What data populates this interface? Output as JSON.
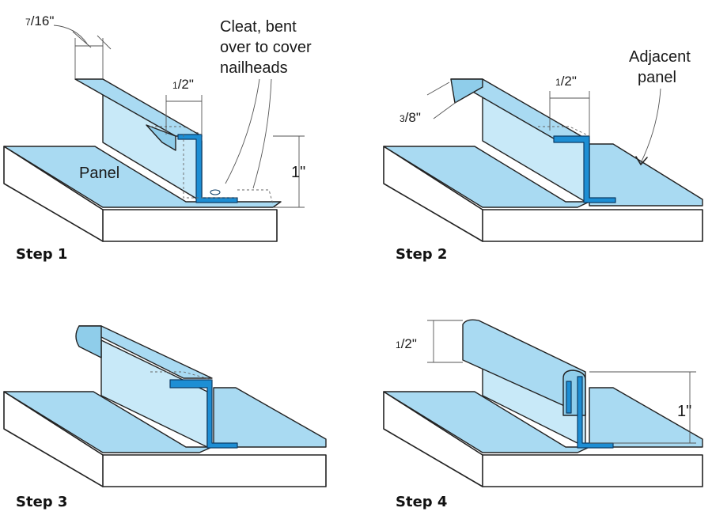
{
  "figure": {
    "steps": [
      {
        "label": "Step 1"
      },
      {
        "label": "Step 2"
      },
      {
        "label": "Step 3"
      },
      {
        "label": "Step 4"
      }
    ],
    "annotations": {
      "cleat_line1": "Cleat, bent",
      "cleat_line2": "over to cover",
      "cleat_line3": "nailheads",
      "adjacent_line1": "Adjacent",
      "adjacent_line2": "panel",
      "panel": "Panel"
    },
    "dimensions": {
      "seven_sixteenths_num": "7",
      "seven_sixteenths_den": "/16\"",
      "half_num": "1",
      "half_den": "/2\"",
      "three_eighths_num": "3",
      "three_eighths_den": "/8\"",
      "one_inch": "1\""
    },
    "colors": {
      "panel": "#a9daf2",
      "panel_light": "#c8e9f8",
      "cleat": "#1d8ed4",
      "ink": "#222222"
    }
  }
}
